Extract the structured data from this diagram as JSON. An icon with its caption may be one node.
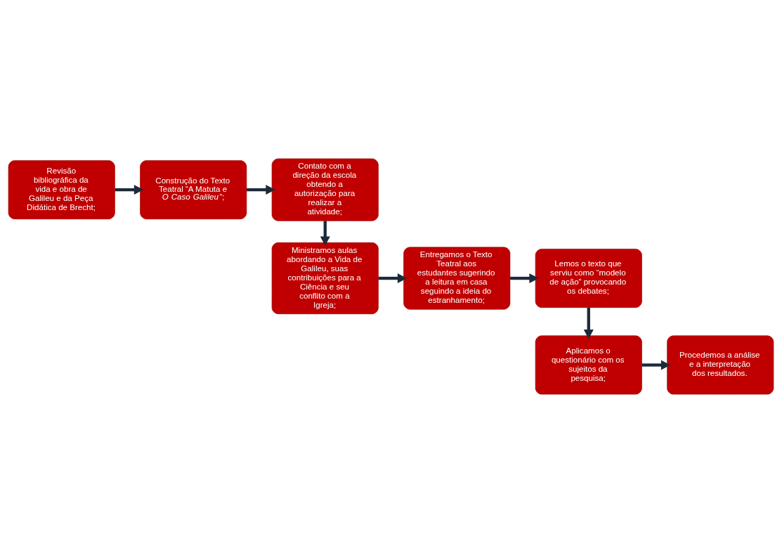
{
  "diagram": {
    "nodes": [
      {
        "text": [
          "Revisão bibliográfica da vida e obra de Galileu e da Peça Didática de Brecht;"
        ]
      },
      {
        "text": [
          "Construção do Texto Teatral “A Matuta e *O Caso Galileu*”;"
        ]
      },
      {
        "text": [
          "Contato com a direção da escola obtendo a autorização para realizar a atividade;"
        ]
      },
      {
        "text": [
          "Lemos o texto que serviu como “modelo de ação” provocando os debates;"
        ]
      },
      {
        "text": [
          "Entregamos o Texto Teatral aos estudantes sugerindo a leitura em casa seguindo a ideia do estranhamento;"
        ]
      },
      {
        "text": [
          "Ministramos aulas abordando a Vida de Galileu, suas contribuições para a Ciência e seu conflito com a Igreja;"
        ]
      },
      {
        "text": [
          "Aplicamos o questionário com os sujeitos da pesquisa;"
        ]
      },
      {
        "text": [
          "Procedemos a análise e a interpretação dos resultados."
        ]
      }
    ],
    "edges": [
      {
        "from": 0,
        "to": 1,
        "arrow": "to"
      },
      {
        "from": 1,
        "to": 2,
        "arrow": "to"
      },
      {
        "from": 2,
        "to": 5,
        "arrow": "to"
      },
      {
        "from": 5,
        "to": 4,
        "arrow": "to"
      },
      {
        "from": 4,
        "to": 3,
        "arrow": "to"
      },
      {
        "from": 3,
        "to": 6,
        "arrow": "to"
      },
      {
        "from": 6,
        "to": 7,
        "arrow": "to"
      }
    ]
  }
}
